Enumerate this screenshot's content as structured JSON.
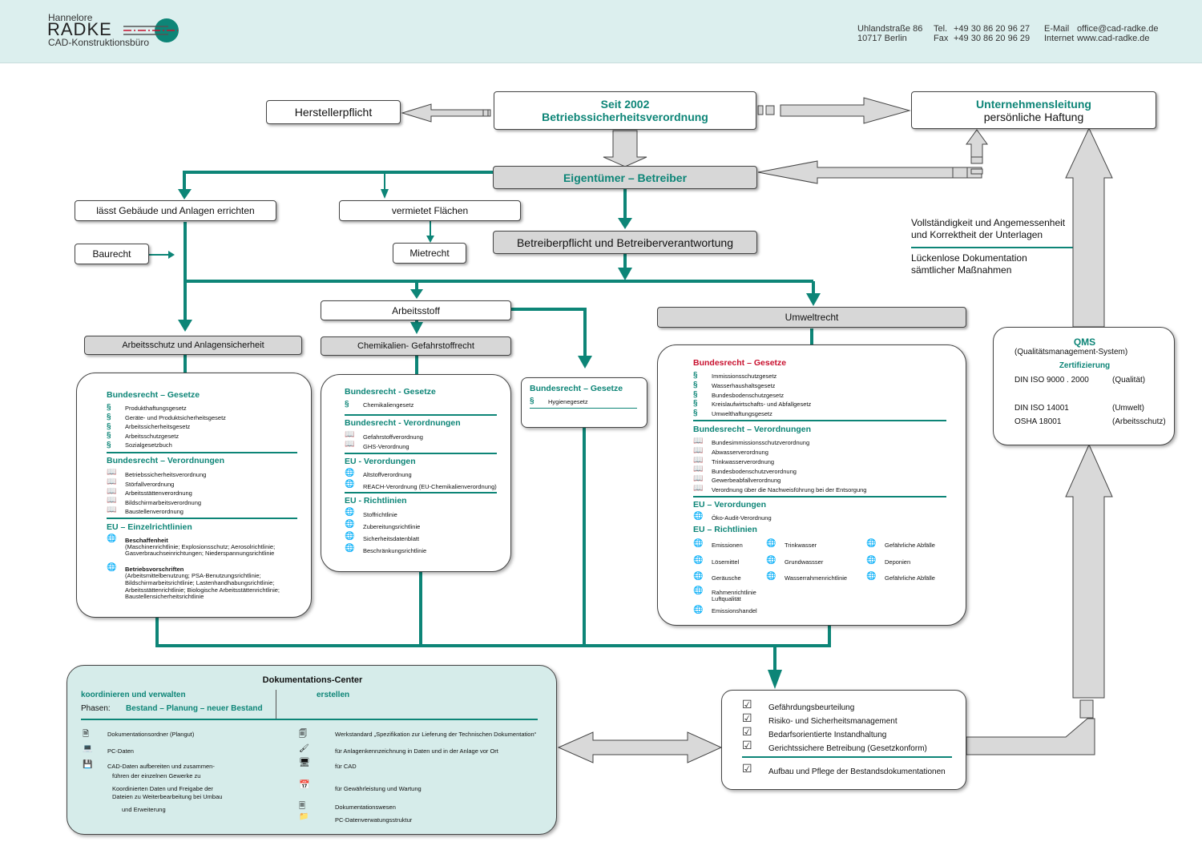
{
  "header": {
    "logo_name_top": "Hannelore",
    "logo_name_main": "RADKE",
    "logo_sub": "CAD-Konstruktionsbüro",
    "address_line1": "Uhlandstraße 86",
    "address_line2": "10717 Berlin",
    "tel_label": "Tel.",
    "tel_value": "+49 30 86 20 96 27",
    "fax_label": "Fax",
    "fax_value": "+49 30 86 20 96 29",
    "email_label": "E-Mail",
    "email_value": "office@cad-radke.de",
    "internet_label": "Internet",
    "internet_value": "www.cad-radke.de"
  },
  "top": {
    "herstellerpflicht": "Herstellerpflicht",
    "seit_line1": "Seit 2002",
    "seit_line2": "Betriebssicherheitsverordnung",
    "unternehmen_line1": "Unternehmensleitung",
    "unternehmen_line2": "persönliche Haftung"
  },
  "eigentuemer": "Eigentümer – Betreiber",
  "gebaeude": "lässt Gebäude und Anlagen errichten",
  "vermietet": "vermietet Flächen",
  "betreiberpflicht": "Betreiberpflicht und Betreiberverantwortung",
  "baurecht": "Baurecht",
  "mietrecht": "Mietrecht",
  "arbeitsstoff": "Arbeitsstoff",
  "umweltrecht": "Umweltrecht",
  "arbeitsschutz": "Arbeitsschutz und Anlagensicherheit",
  "chemikalien": "Chemikalien- Gefahrstoffrecht",
  "dokumentation_note": {
    "line1": "Vollständigkeit und Angemessenheit",
    "line2": "und Korrektheit der Unterlagen",
    "line3": "Lückenlose Dokumentation",
    "line4": "sämtlicher Maßnahmen"
  },
  "qms": {
    "title": "QMS",
    "subtitle": "(Qualitätsmanagement-System)",
    "zert": "Zertifizierung",
    "rows": [
      {
        "std": "DIN ISO 9000 . 2000",
        "type": "(Qualität)"
      },
      {
        "std": "DIN ISO 14001",
        "type": "(Umwelt)"
      },
      {
        "std": "OSHA 18001",
        "type": "(Arbeitsschutz)"
      }
    ]
  },
  "panel_arbeitsschutz": {
    "h_gesetze": "Bundesrecht – Gesetze",
    "gesetze": [
      "Produkthaftungsgesetz",
      "Geräte- und Produktsicherheitsgesetz",
      "Arbeitssicherheitsgesetz",
      "Arbeitsschutzgesetz",
      "Sozialgesetzbuch"
    ],
    "h_verordnungen": "Bundesrecht – Verordnungen",
    "verordnungen": [
      "Betriebssicherheitsverordnung",
      "Störfallverordnung",
      "Arbeitsstättenverordnung",
      "Bildschirmarbeitsverordnung",
      "Baustellenverordnung"
    ],
    "h_eu": "EU – Einzelrichtlinien",
    "beschaffenheit_title": "Beschaffenheit",
    "beschaffenheit_l1": "(Maschinenrichtlinie; Explosionsschutz; Aerosolrichtlinie;",
    "beschaffenheit_l2": "Gasverbrauchseinrichtungen; Niederspannungsrichtlinie",
    "betrieb_title": "Betriebsvorschriften",
    "betrieb_l1": "(Arbeitsmittelbenutzung; PSA-Benutzungsrichtlinie;",
    "betrieb_l2": "Bildschirmarbeitsrichtlinie; Lastenhandhabungsrichtlinie;",
    "betrieb_l3": "Arbeitsstättenrichtlinie; Biologische Arbeitsstättenrichtlinie;",
    "betrieb_l4": "Baustellensicherheitsrichtlinie"
  },
  "panel_chemikalien": {
    "h_gesetze": "Bundesrecht - Gesetze",
    "gesetze": [
      "Chemikaliengesetz"
    ],
    "h_verordnungen": "Bundesrecht - Verordnungen",
    "verordnungen": [
      "Gefahrstoffverordnung",
      "GHS-Verordnung"
    ],
    "h_eu_vo": "EU - Verordungen",
    "eu_vo": [
      "Altstoffverordnung",
      "REACH-Verordnung (EU-Chemikalienverordnung)"
    ],
    "h_eu_rl": "EU - Richtlinien",
    "eu_rl": [
      "Stoffrichtlinie",
      "Zubereitungsrichtlinie",
      "Sicherheitsdatenblatt",
      "Beschränkungsrichtlinie"
    ]
  },
  "panel_hygiene": {
    "h_gesetze": "Bundesrecht – Gesetze",
    "gesetze": [
      "Hygienegesetz"
    ]
  },
  "panel_umwelt": {
    "h_gesetze": "Bundesrecht – Gesetze",
    "gesetze": [
      "Immissionsschutzgesetz",
      "Wasserhaushaltsgesetz",
      "Bundesbodenschutzgesetz",
      "Kreislaufwirtschafts- und Abfallgesetz",
      "Umwelthaftungsgesetz"
    ],
    "h_verordnungen": "Bundesrecht – Verordnungen",
    "verordnungen": [
      "Bundesimmissionsschutzverordnung",
      "Abwasserverordnung",
      "Trinkwasserverordnung",
      "Bundesbodenschutzverordnung",
      "Gewerbeabfallverordnung",
      "Verordnung über die Nachweisführung bei der Entsorgung"
    ],
    "h_eu_vo": "EU – Verordungen",
    "eu_vo": [
      "Öko-Audit-Verordnung"
    ],
    "h_eu_rl": "EU – Richtlinien",
    "col1": [
      "Emissionen",
      "Lösemittel",
      "Geräusche",
      "Rahmenrichtlinie",
      "Emissionshandel"
    ],
    "col1_extra": "Luftqualität",
    "col2": [
      "Trinkwasser",
      "Grundwassser",
      "Wasserrahmenrichtlinie"
    ],
    "col3": [
      "Gefährliche Abfälle",
      "Deponien",
      "Gefährliche Abfälle"
    ]
  },
  "doc_center": {
    "title": "Dokumentations-Center",
    "left_head": "koordinieren und verwalten",
    "right_head": "erstellen",
    "phasen_label": "Phasen:",
    "phasen_value": "Bestand – Planung – neuer Bestand",
    "left_items": [
      "Dokumentationsordner (Plangut)",
      "PC-Daten",
      "CAD-Daten aufbereiten und zusammen-",
      "führen der einzelnen Gewerke zu",
      "Koordinierten Daten und Freigabe der",
      "Dateien zu Weiterbearbeitung bei Umbau",
      "und Erweiterung"
    ],
    "right_items": [
      "Werkstandard „Spezifikation zur Lieferung der Technischen Dokumentation“",
      "für Anlagenkennzeichnung in Daten und in der Anlage vor Ort",
      "für CAD",
      "für Gewährleistung und Wartung",
      "Dokumentationswesen",
      "PC-Datenverwatungsstruktur"
    ]
  },
  "checklist": {
    "items": [
      "Gefährdungsbeurteilung",
      "Risiko- und Sicherheitsmanagement",
      "Bedarfsorientierte Instandhaltung",
      "Gerichtssichere Betreibung (Gesetzkonform)"
    ],
    "last": "Aufbau und Pflege der Bestandsdokumentationen"
  },
  "icons": {
    "paragraph": "§",
    "book": "book-icon",
    "globe": "globe-icon",
    "check": "checkbox-icon"
  },
  "colors": {
    "accent": "#0d8577",
    "red": "#c8102e",
    "header_bg": "#dcefee",
    "grey_box": "#d7d7d7",
    "doc_bg": "#d6ecea"
  }
}
